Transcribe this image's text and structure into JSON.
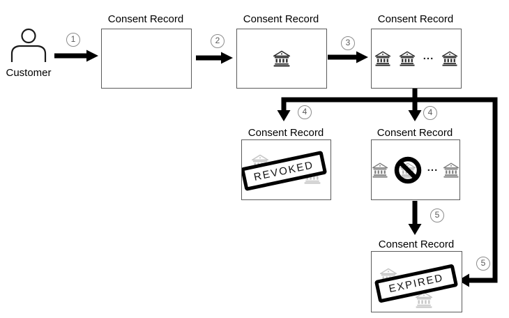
{
  "diagram": {
    "customer": {
      "label": "Customer",
      "icon": "person-icon"
    },
    "nodes": [
      {
        "id": "record-empty",
        "title": "Consent Record",
        "icons": []
      },
      {
        "id": "record-one-bank",
        "title": "Consent Record",
        "icons": [
          "bank-icon"
        ]
      },
      {
        "id": "record-many-banks",
        "title": "Consent Record",
        "icons": [
          "bank-icon",
          "bank-icon",
          "bank-icon"
        ],
        "ellipsis": "..."
      },
      {
        "id": "record-revoked",
        "title": "Consent Record",
        "stamp": "REVOKED",
        "icons": [
          "bank-icon",
          "bank-icon"
        ]
      },
      {
        "id": "record-prohibited",
        "title": "Consent Record",
        "icons": [
          "bank-icon",
          "bank-icon",
          "bank-icon",
          "prohibition-icon"
        ],
        "ellipsis": "..."
      },
      {
        "id": "record-expired",
        "title": "Consent Record",
        "stamp": "EXPIRED",
        "icons": [
          "bank-icon",
          "bank-icon"
        ]
      }
    ],
    "steps": [
      {
        "label": "1"
      },
      {
        "label": "2"
      },
      {
        "label": "3"
      },
      {
        "label": "4"
      },
      {
        "label": "4"
      },
      {
        "label": "5"
      },
      {
        "label": "5"
      }
    ],
    "colors": {
      "connector": "#000000",
      "box_border": "#5a5a5a",
      "bank_dark": "#2e2e2e",
      "bank_gray": "#7f7f7f",
      "badge_border": "#8c8c8c",
      "badge_text": "#595959",
      "stamp_border": "#000000"
    }
  }
}
